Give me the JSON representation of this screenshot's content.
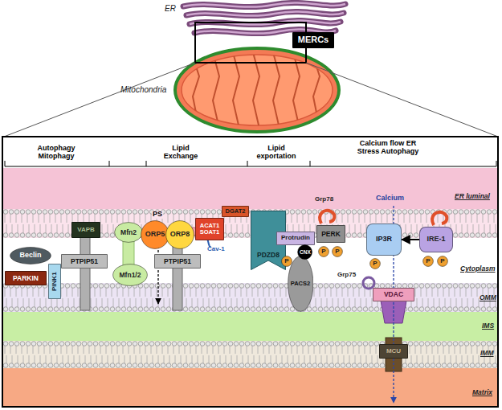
{
  "diagram": {
    "nodes": [
      {
        "text": [
          "MERCs"
        ]
      },
      {
        "text": [
          "Beclin"
        ]
      },
      {
        "text": [
          "PARKIN"
        ]
      },
      {
        "text": [
          "PINK1"
        ]
      },
      {
        "text": [
          "VAPB"
        ]
      },
      {
        "text": [
          "PTPIP51"
        ]
      },
      {
        "text": [
          "Mfn2"
        ]
      },
      {
        "text": [
          "Mfn1/2"
        ]
      },
      {
        "text": [
          "ORP5"
        ]
      },
      {
        "text": [
          "ORP8"
        ]
      },
      {
        "text": [
          "PTPIP51"
        ]
      },
      {
        "text": [
          "ACAT1 SOAT1"
        ]
      },
      {
        "text": [
          "DGAT2"
        ]
      },
      {
        "text": [
          "PDZD8"
        ]
      },
      {
        "text": [
          "Protrudin"
        ]
      },
      {
        "text": [
          "PACS2"
        ]
      },
      {
        "text": [
          "CNX"
        ]
      },
      {
        "text": [
          "P"
        ]
      },
      {
        "text": [
          "PERK"
        ]
      },
      {
        "text": [
          "P"
        ]
      },
      {
        "text": [
          "P"
        ]
      },
      {
        "text": [
          "IP3R"
        ]
      },
      {
        "text": [
          "P"
        ]
      },
      {
        "text": [
          "IRE-1"
        ]
      },
      {
        "text": [
          "P"
        ]
      },
      {
        "text": [
          "P"
        ]
      },
      {
        "text": [
          "VDAC"
        ]
      },
      {
        "text": [
          "MCU"
        ]
      }
    ],
    "edges": [
      {
        "from": 23,
        "to": 21,
        "arrow": "to"
      }
    ],
    "labels": [
      "ER",
      "Mitochondria",
      "Autophagy Mitophagy",
      "Lipid Exchange",
      "Lipid exportation",
      "Calcium flow ER Stress Autophagy",
      "PS",
      "Cav-1",
      "Grp78",
      "Calcium",
      "Grp75",
      "ER luminal",
      "Cytoplasm",
      "OMM",
      "IMS",
      "IMM",
      "Matrix"
    ]
  }
}
